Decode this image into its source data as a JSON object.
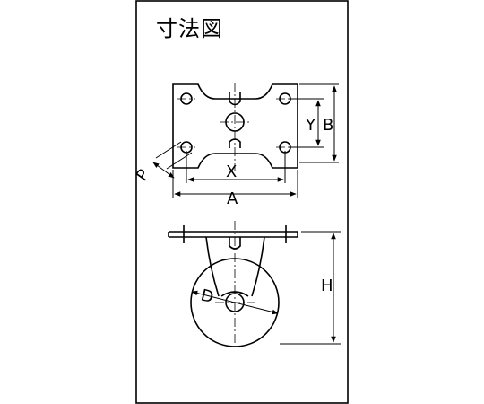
{
  "title": "寸法図",
  "labels": {
    "y": "Y",
    "b": "B",
    "x": "X",
    "a": "A",
    "p": "P",
    "d": "D",
    "h": "H"
  },
  "colors": {
    "line": "#000000",
    "background": "#ffffff"
  }
}
